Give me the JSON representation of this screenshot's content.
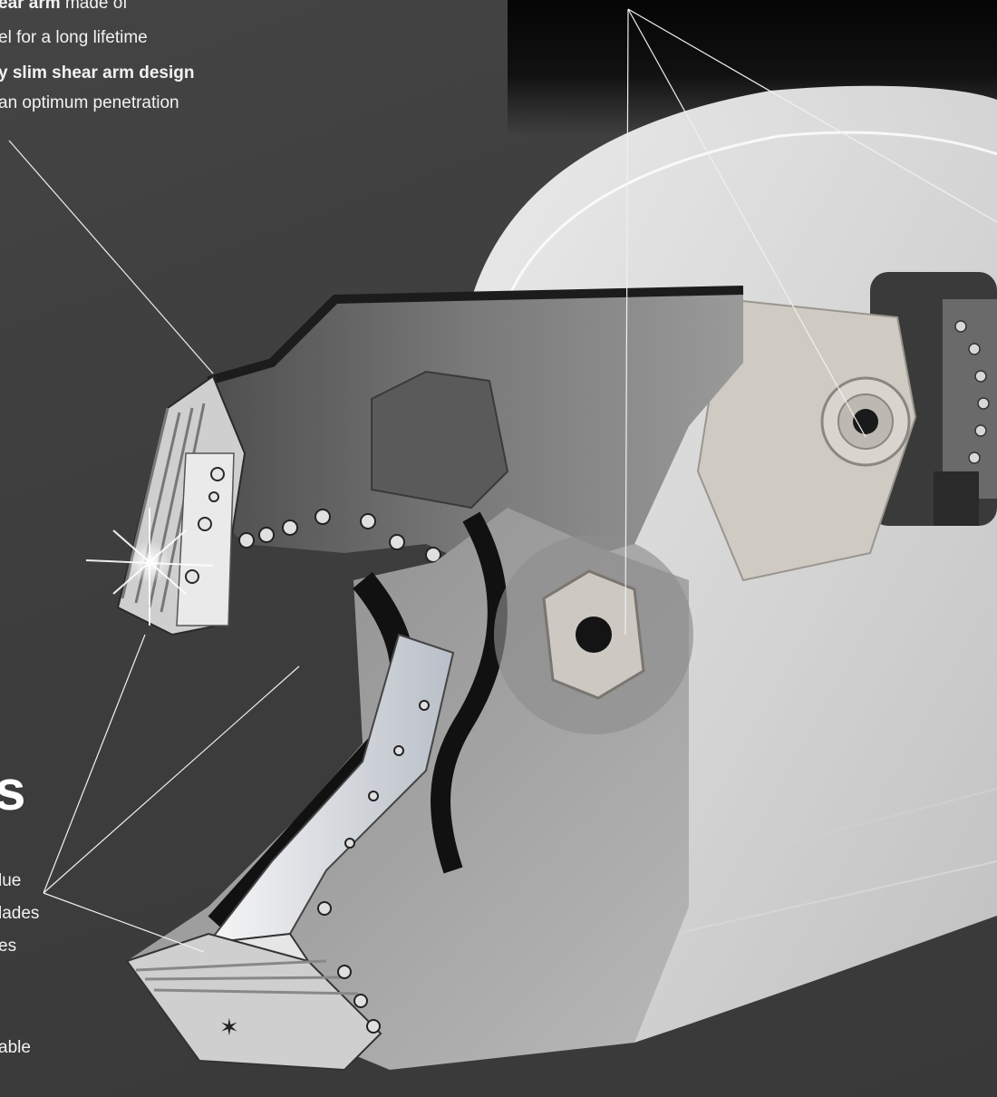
{
  "labels": {
    "arm_line1_bold": "ear arm",
    "arm_line1_rest": " made of",
    "arm_line2": "el for a long lifetime",
    "slim_bold": "y slim shear arm design",
    "slim_rest": "an optimum penetration",
    "big_letter": "s",
    "lower1": "lue",
    "lower2": "lades",
    "lower3": "es",
    "lower4": "able"
  },
  "colors": {
    "background": "#3e3e3e",
    "steel_dark": "#6f6f6f",
    "steel_light": "#d4d4d4",
    "housing": "#e8e8e8",
    "line": "#f0f0f0"
  }
}
